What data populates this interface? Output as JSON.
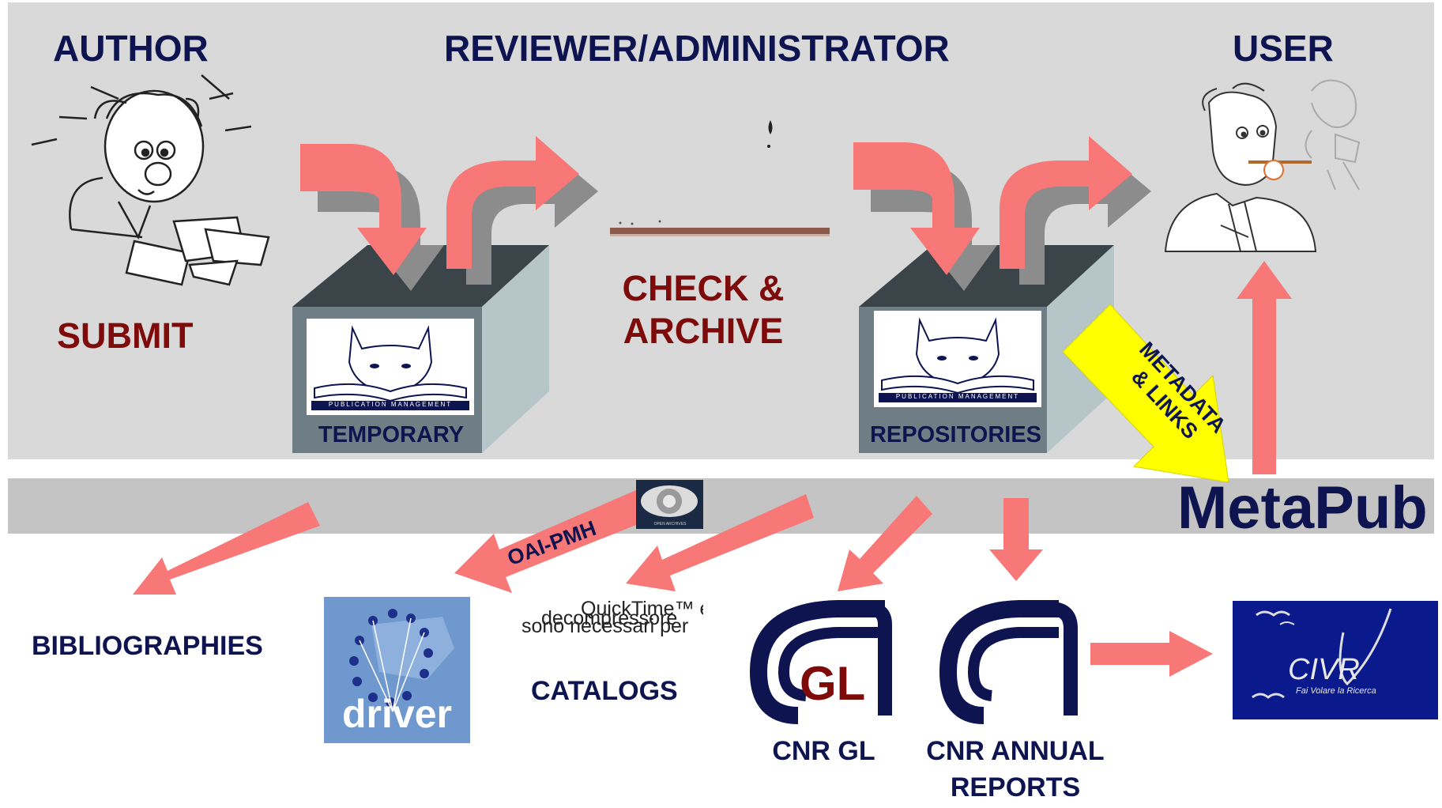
{
  "roles": {
    "author": "AUTHOR",
    "reviewer": "REVIEWER/ADMINISTRATOR",
    "user": "USER"
  },
  "steps": {
    "submit": "SUBMIT",
    "check_archive_line1": "CHECK &",
    "check_archive_line2": "ARCHIVE"
  },
  "boxes": {
    "temporary": "TEMPORARY",
    "repositories": "REPOSITORIES",
    "logo_text": "PUBLICATION MANAGEMENT"
  },
  "metadata_links": {
    "line1": "METADATA",
    "line2": "& LINKS"
  },
  "band": {
    "brand": "MetaPub",
    "protocol": "OAI-PMH",
    "oa_logo_text": "OPEN ARCHIVES"
  },
  "outputs": {
    "bibliographies": "BIBLIOGRAPHIES",
    "driver": "driver",
    "quicktime_line1": "QuickTime™ e un",
    "quicktime_line2": "decompressore",
    "quicktime_line3": "sono necessari per",
    "catalogs": "CATALOGS",
    "cnr_gl_logo": "GL",
    "cnr_gl": "CNR GL",
    "cnr_annual_line1": "CNR ANNUAL",
    "cnr_annual_line2": "REPORTS",
    "civr": "CIVR",
    "civr_tagline": "Fai Volare la Ricerca"
  },
  "colors": {
    "arrow": "#f87777",
    "arrow_shadow": "#8c8c8c",
    "navy": "#0d1450",
    "dark_red": "#7f0a0a",
    "yellow": "#ffff00"
  }
}
